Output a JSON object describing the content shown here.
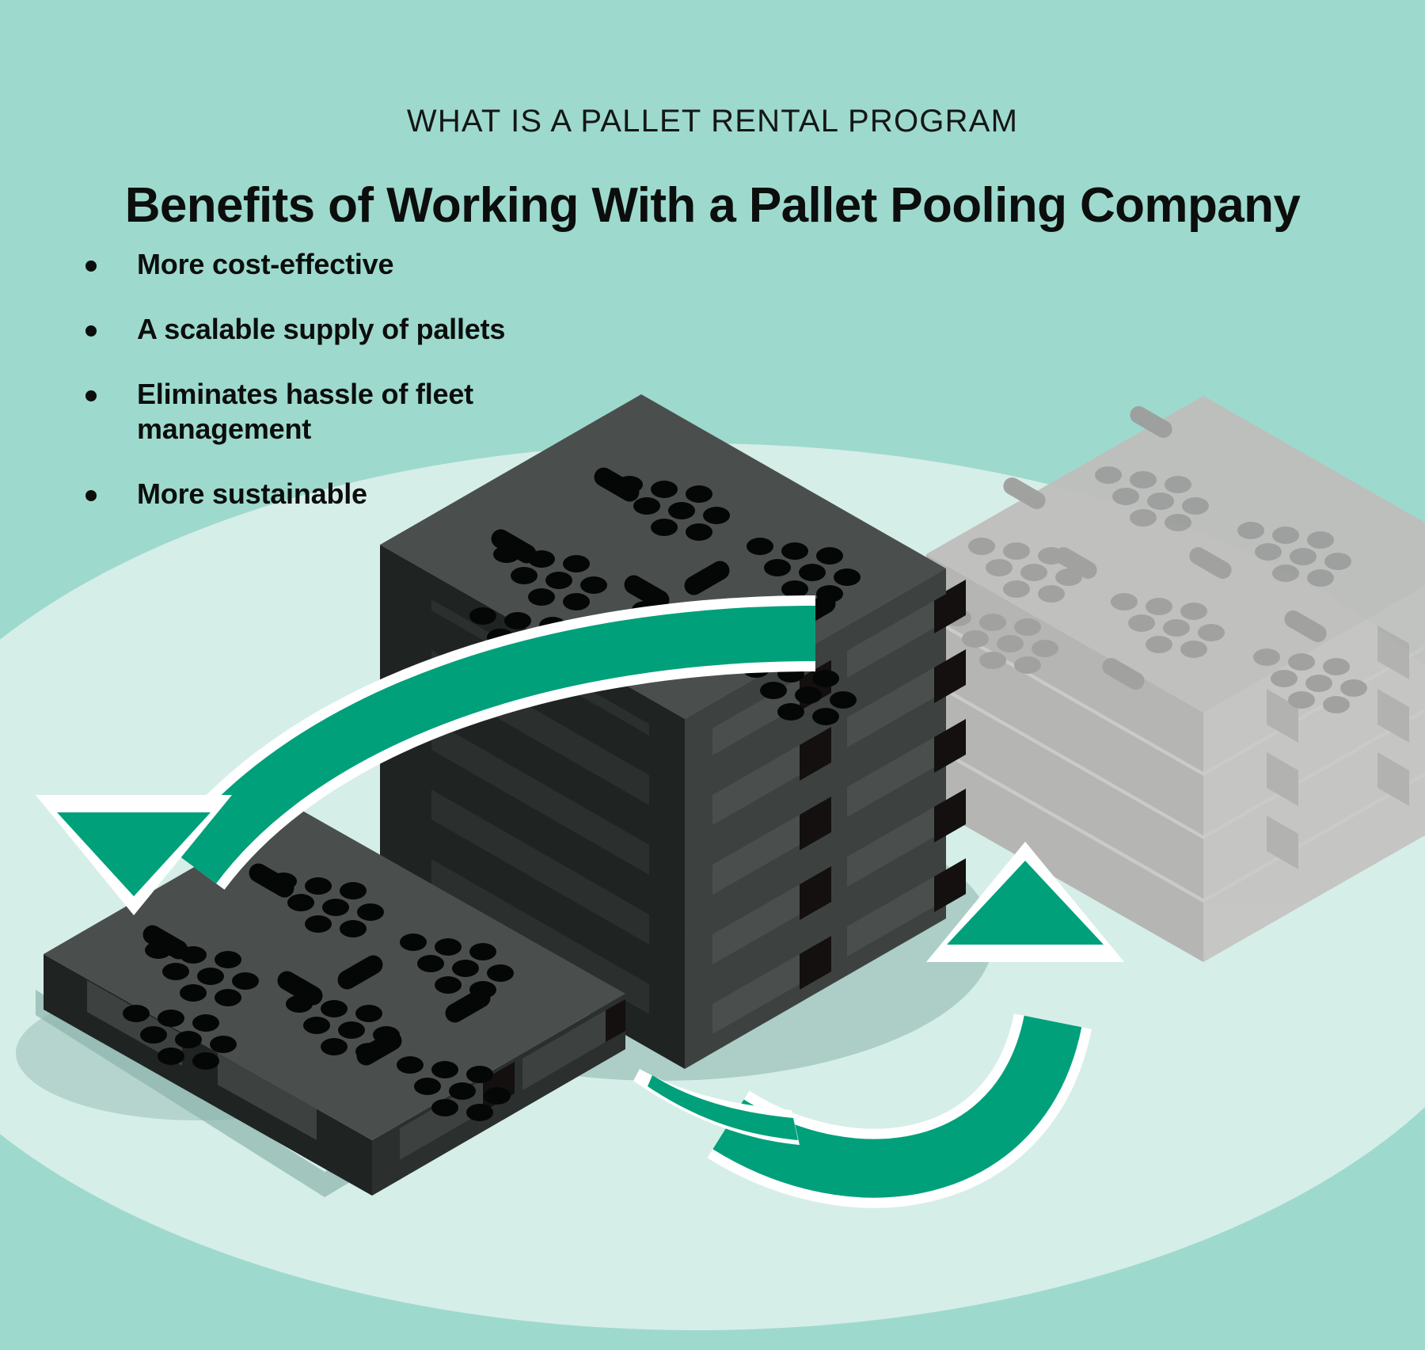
{
  "header": {
    "eyebrow": "WHAT IS A PALLET RENTAL PROGRAM",
    "title": "Benefits of Working With a Pallet Pooling Company"
  },
  "benefits": {
    "items": [
      {
        "label": "More cost-effective"
      },
      {
        "label": "A scalable supply of pallets"
      },
      {
        "label": "Eliminates hassle of fleet management"
      },
      {
        "label": "More sustainable"
      }
    ]
  },
  "illustration": {
    "description": "Isometric plastic pallets: a tall dark stack center, a single dark pallet front-left, a faded grey stack behind right, with two curved green circulation arrows forming a loop.",
    "elements": [
      {
        "name": "pallet-stack-dark",
        "layers": 5
      },
      {
        "name": "pallet-single-dark",
        "layers": 1
      },
      {
        "name": "pallet-stack-grey",
        "layers": 4
      },
      {
        "name": "arrow-left-down",
        "direction": "down"
      },
      {
        "name": "arrow-right-up",
        "direction": "up"
      }
    ]
  },
  "colors": {
    "background": "#9ed9ce",
    "ellipse_light": "#d6eee8",
    "arrow_green": "#00a07b",
    "arrow_outline": "#ffffff",
    "pallet_top": "#4a4f4e",
    "pallet_left": "#1f2322",
    "pallet_right": "#3d4241",
    "pallet_hole": "#050707",
    "pallet_ghost": "#bfbdbb",
    "pallet_ghost_hole": "#9d9c9a",
    "shadow": "#8bb4ac",
    "text": "#0b0e0c"
  }
}
